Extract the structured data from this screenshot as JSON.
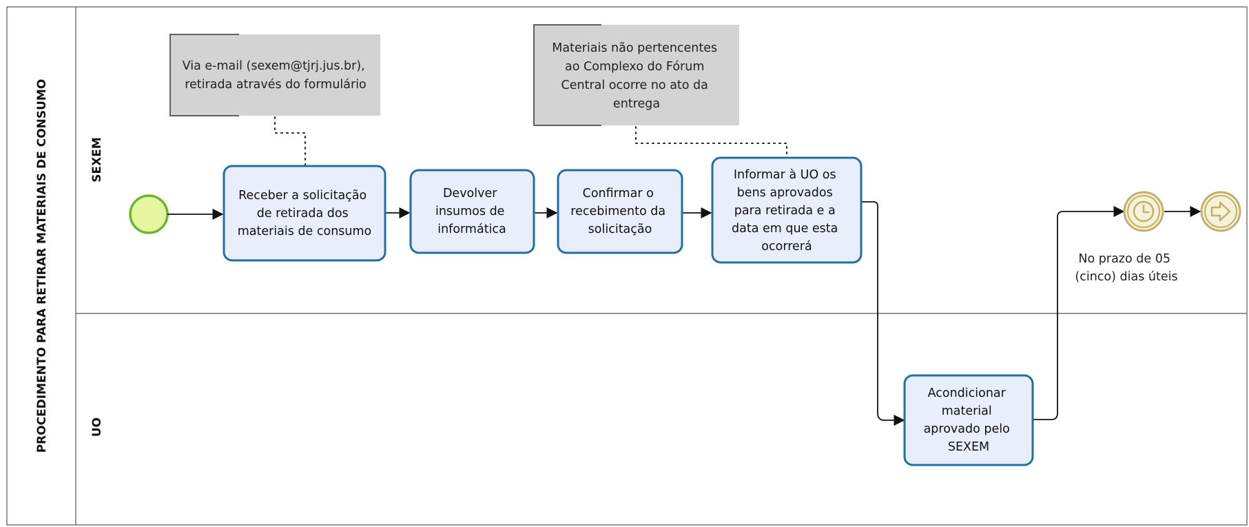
{
  "pool": {
    "title": "PROCEDIMENTO PARA RETIRAR MATERIAIS DE CONSUMO"
  },
  "lanes": [
    {
      "id": "sexem",
      "label": "SEXEM"
    },
    {
      "id": "uo",
      "label": "UO"
    }
  ],
  "tasks": [
    {
      "id": "t1",
      "lines": [
        "Receber a solicitação",
        "de retirada dos",
        "materiais de consumo"
      ]
    },
    {
      "id": "t2",
      "lines": [
        "Devolver",
        "insumos de",
        "informática"
      ]
    },
    {
      "id": "t3",
      "lines": [
        "Confirmar o",
        "recebimento da",
        "solicitação"
      ]
    },
    {
      "id": "t4",
      "lines": [
        "Informar à UO os",
        "bens aprovados",
        "para retirada e a",
        "data em que esta",
        "ocorrerá"
      ]
    },
    {
      "id": "t5",
      "lines": [
        "Acondicionar",
        "material",
        "aprovado pelo",
        "SEXEM"
      ]
    }
  ],
  "annotations": [
    {
      "id": "n1",
      "lines": [
        "Via e-mail (sexem@tjrj.jus.br),",
        "retirada através do formulário"
      ]
    },
    {
      "id": "n2",
      "lines": [
        "Materiais não pertencentes",
        "ao Complexo do Fórum",
        "Central ocorre no ato da",
        "entrega"
      ]
    }
  ],
  "timer_label": {
    "lines": [
      "No prazo de 05",
      "(cinco) dias úteis"
    ]
  },
  "colors": {
    "task_fill": "#e8eefc",
    "task_stroke": "#1f6fa3",
    "start_fill": "#e5f5a0",
    "start_stroke": "#6cb62b",
    "event_fill": "#f6f1d8",
    "event_stroke": "#c2b06a",
    "note_fill": "#d3d3d3"
  }
}
